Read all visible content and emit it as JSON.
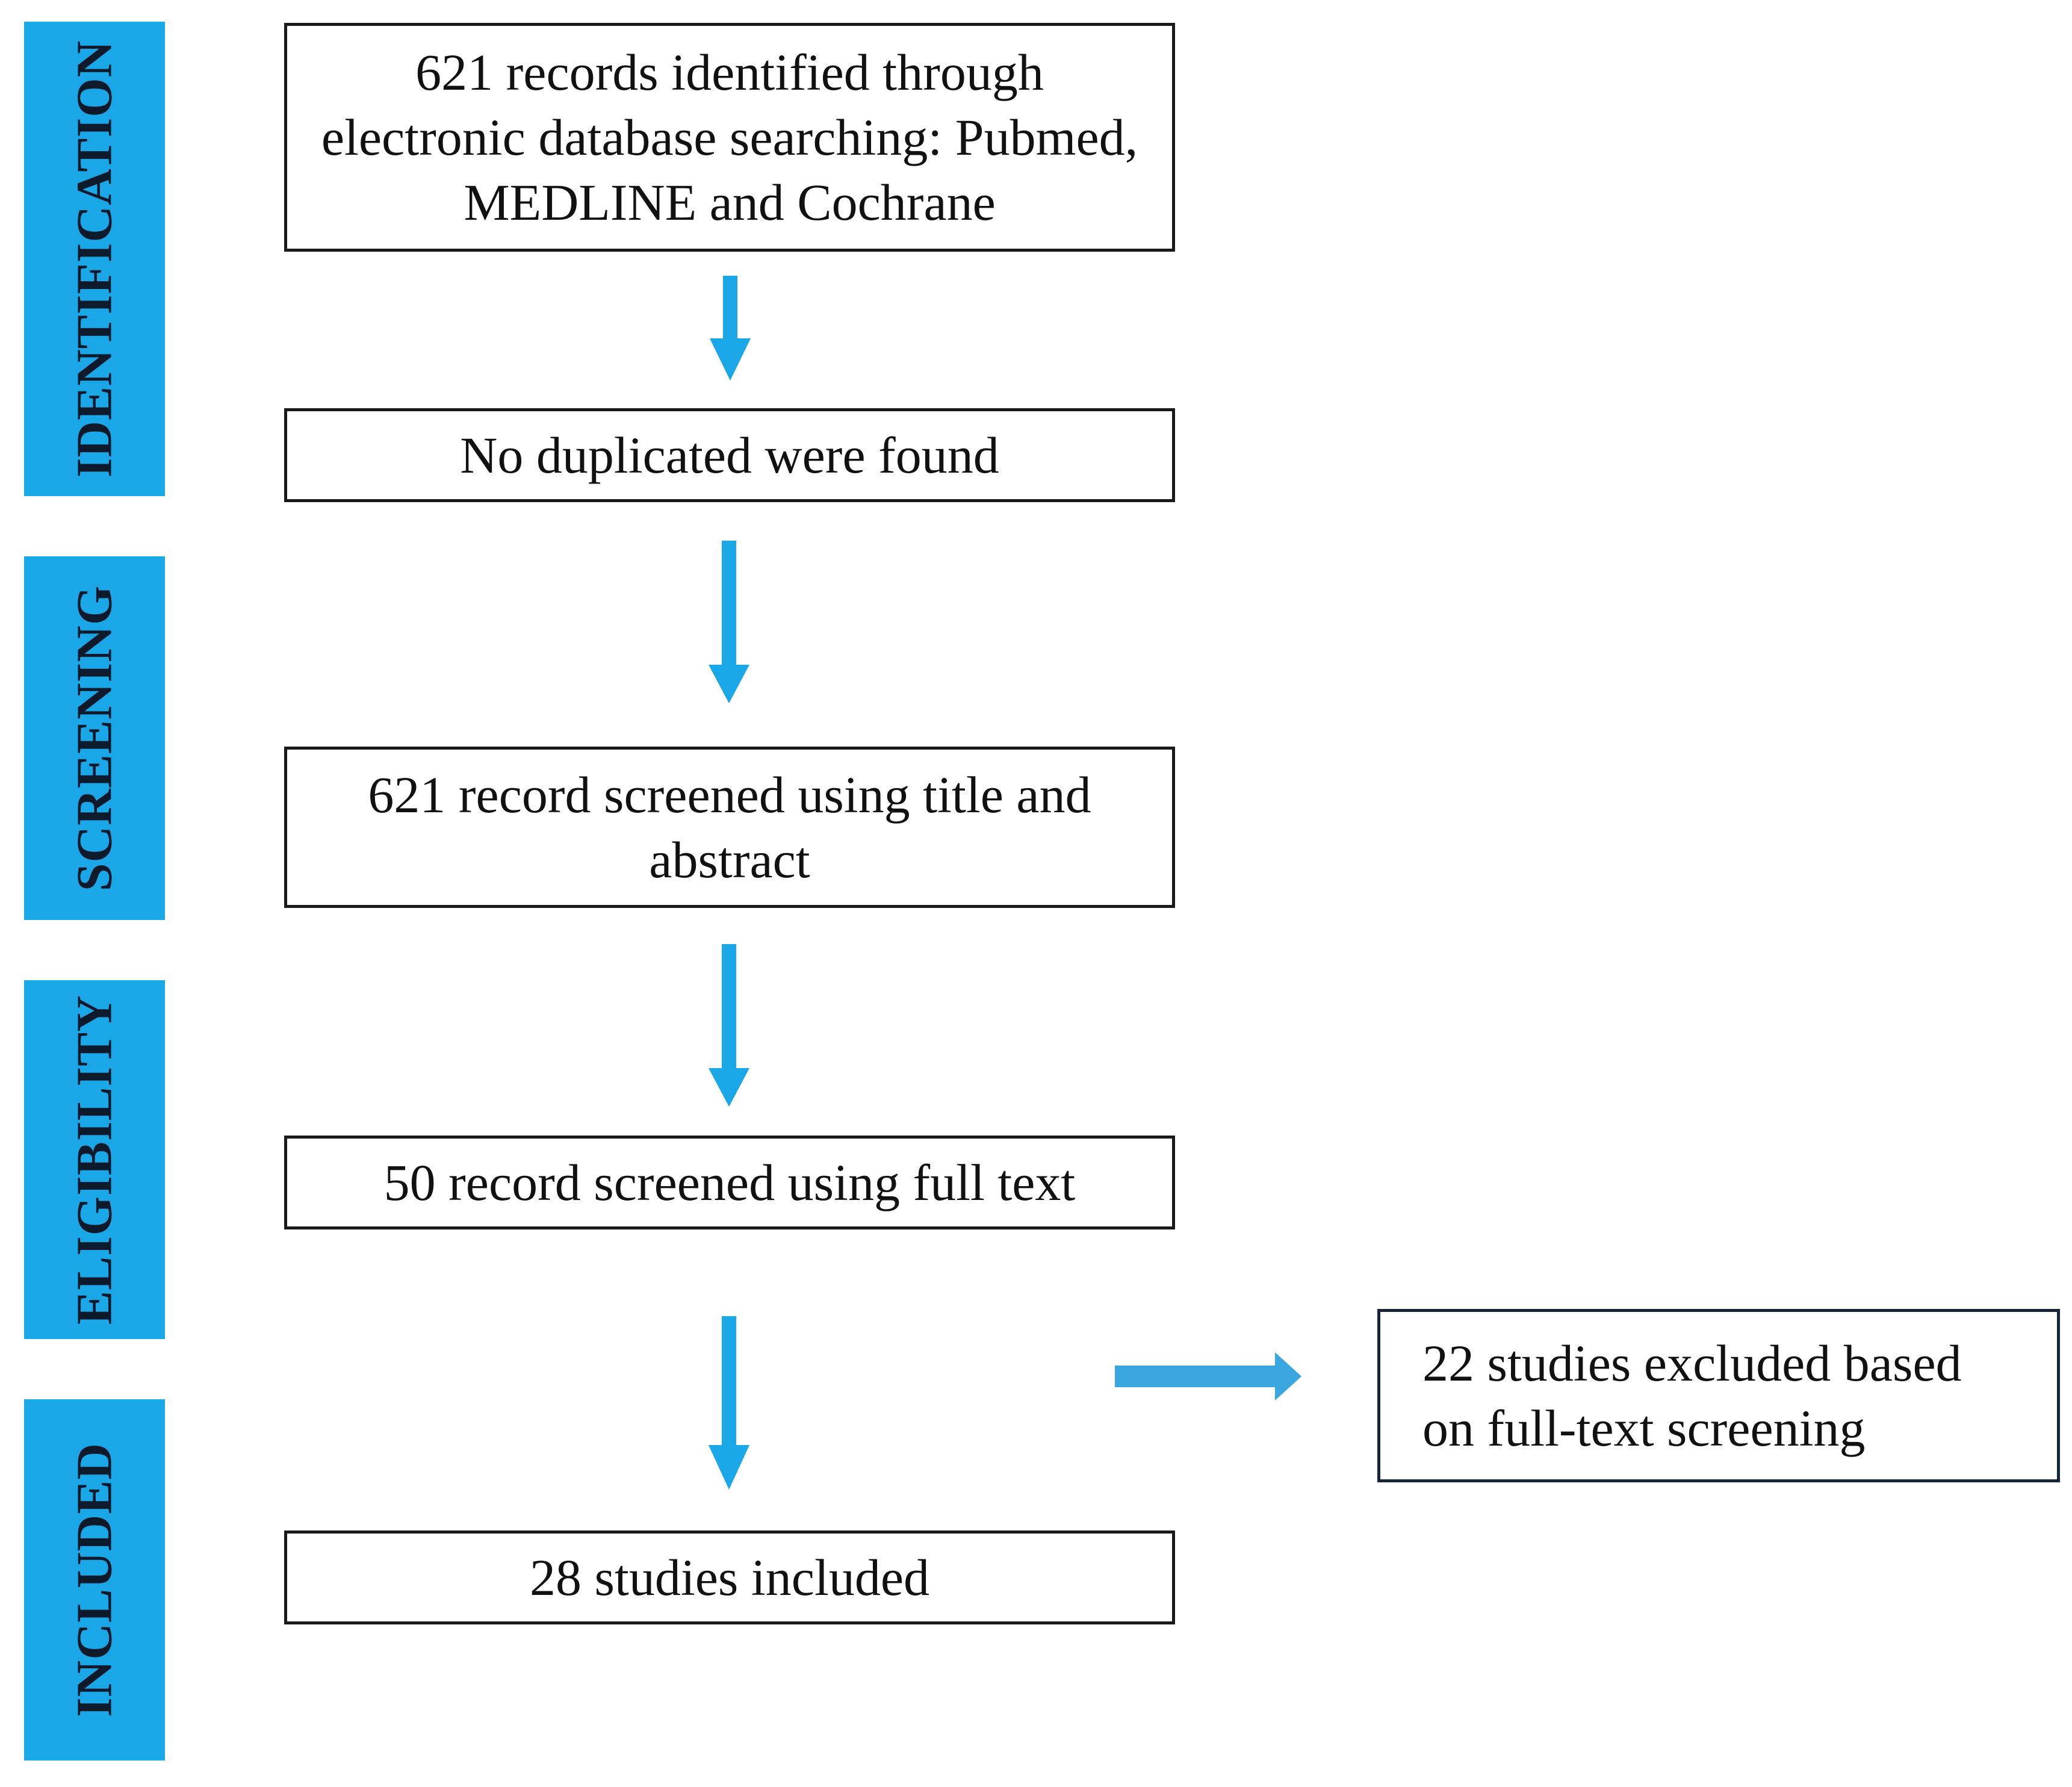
{
  "stages": [
    {
      "id": "identification",
      "label": "IDENTIFICATION"
    },
    {
      "id": "screening",
      "label": "SCREENING"
    },
    {
      "id": "eligibility",
      "label": "ELIGIBILITY"
    },
    {
      "id": "included",
      "label": "INCLUDED"
    }
  ],
  "boxes": {
    "records_identified": "621 records identified through electronic database searching: Pubmed, MEDLINE and Cochrane",
    "duplicates": "No duplicated were found",
    "title_abstract": "621 record screened using title and abstract",
    "full_text": "50 record screened using full text",
    "excluded": "22 studies excluded based on full-text screening",
    "included": "28 studies included"
  },
  "colors": {
    "accent": "#1aa7e8",
    "excluded_arrow": "#3aa6e0",
    "border": "#1a1a1a",
    "excluded_border": "#16263a"
  }
}
